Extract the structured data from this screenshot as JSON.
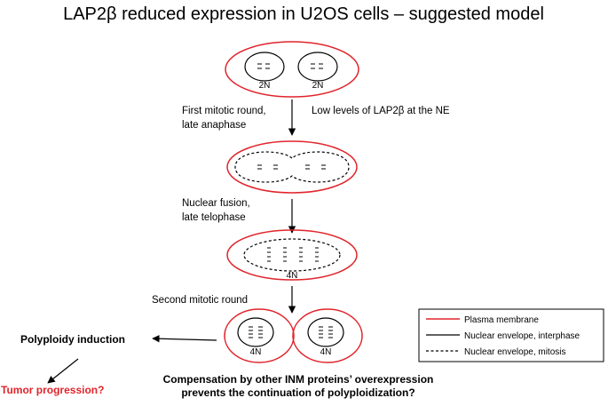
{
  "title": "LAP2β reduced expression in U2OS cells – suggested model",
  "colors": {
    "plasma_membrane": "#e0242b",
    "tumor_text": "#e0242b",
    "ink": "#000000"
  },
  "stage1": {
    "label_left": "2N",
    "label_right": "2N"
  },
  "step1": {
    "line1": "First mitotic round,",
    "line2": "late anaphase",
    "note": "Low levels of LAP2β at the NE"
  },
  "step2": {
    "line1": "Nuclear fusion,",
    "line2": "late telophase"
  },
  "stage3": {
    "label": "4N"
  },
  "step3": {
    "label": "Second mitotic round"
  },
  "stage4": {
    "label_left": "4N",
    "label_right": "4N"
  },
  "outcomes": {
    "polyploidy": "Polyploidy induction",
    "tumor": "Tumor progression?",
    "compensation_line1": "Compensation by other INM proteins’ overexpression",
    "compensation_line2": "prevents the continuation of polyploidization?"
  },
  "legend": {
    "plasma": "Plasma membrane",
    "interphase": "Nuclear envelope, interphase",
    "mitosis": "Nuclear envelope, mitosis"
  }
}
